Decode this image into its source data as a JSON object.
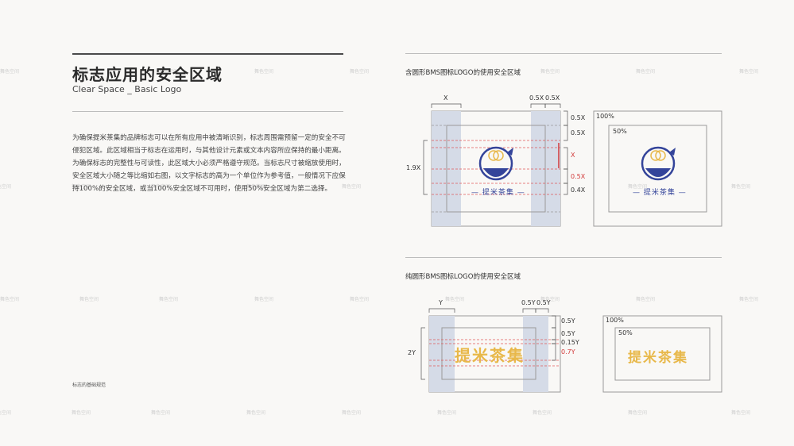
{
  "header": {
    "title": "标志应用的安全区域",
    "subtitle": "Clear Space _ Basic Logo"
  },
  "description": "为确保提米茶集的品牌标志可以在所有应用中被清晰识别，标志周围需预留一定的安全不可侵犯区域。此区域相当于标志在运用时，与其他设计元素或文本内容所应保持的最小距离。为确保标志的完整性与可读性，此区域大小必须严格遵守规范。当标志尺寸被缩放使用时，安全区域大小随之等比缩如右图，以文字标志的高为一个单位作为参考值，一般情况下应保持100%的安全区域，或当100%安全区域不可用时，使用50%安全区域为第二选择。",
  "footer": "标志的基础规范",
  "watermark": "舞色空间",
  "section1": {
    "title": "含圆形BMS图标LOGO的使用安全区域",
    "top_labels": {
      "x": "X",
      "half_x_a": "0.5X",
      "half_x_b": "0.5X"
    },
    "left_label": "1.9X",
    "right_labels": [
      "0.5X",
      "0.5X",
      "X",
      "0.5X",
      "0.4X"
    ],
    "right_label_colors": [
      "#333333",
      "#333333",
      "#d23a3a",
      "#d23a3a",
      "#333333"
    ],
    "box_100": "100%",
    "box_50": "50%",
    "logo_text": "— 提米茶集 —"
  },
  "section2": {
    "title": "纯圆形BMS图标LOGO的使用安全区域",
    "top_labels": {
      "y": "Y",
      "half_y_a": "0.5Y",
      "half_y_b": "0.5Y"
    },
    "left_label": "2Y",
    "right_labels": [
      "0.5Y",
      "0.5Y",
      "0.15Y",
      "0.7Y"
    ],
    "right_label_colors": [
      "#333333",
      "#333333",
      "#333333",
      "#d23a3a"
    ],
    "box_100": "100%",
    "box_50": "50%",
    "logo_text": "提米茶集"
  },
  "colors": {
    "accent_blue": "#34449a",
    "logo_gold": "#e8b84a",
    "safe_zone": "#d5dbe7",
    "guide_red": "#e05a5a"
  }
}
